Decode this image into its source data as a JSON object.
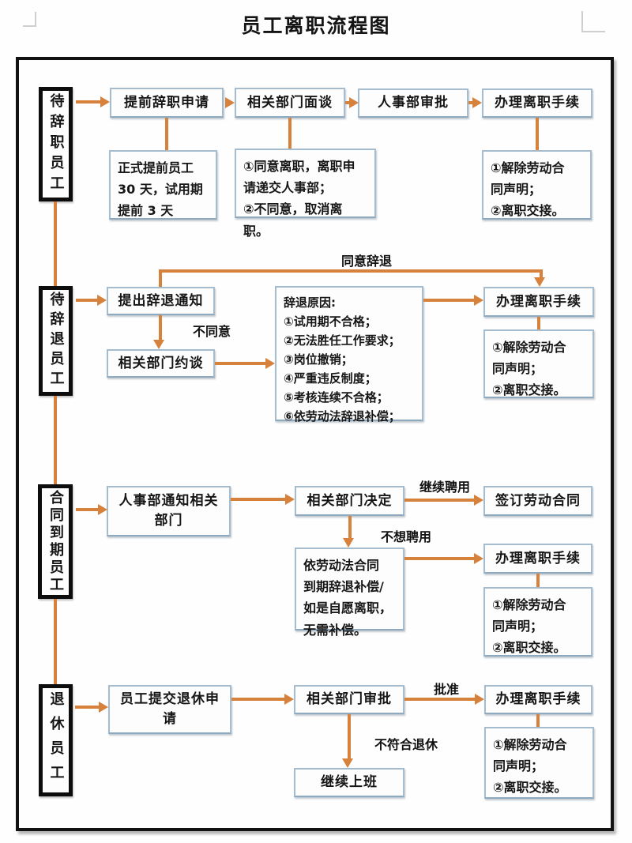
{
  "title": "员工离职流程图",
  "colors": {
    "arrow": "#d6813c",
    "step_border": "#a5bccf",
    "lane_border": "#0d0d0d",
    "frame_border": "#121212",
    "text": "#161616"
  },
  "lanes": {
    "lane1": "待辞职员工",
    "lane2": "待辞退员工",
    "lane3": "合同到期员工",
    "lane4": "退休员工"
  },
  "row1": {
    "step1": "提前辞职申请",
    "step2": "相关部门面谈",
    "step3": "人事部审批",
    "step4": "办理离职手续",
    "note_step1": "正式提前员工\n30 天，试用期\n提前 3 天",
    "note_step2": "①同意离职，离职申\n请递交人事部；\n②不同意，取消离职。",
    "note_step4": "①解除劳动合\n同声明；\n②离职交接。"
  },
  "row2": {
    "step1": "提出辞退通知",
    "step2": "相关部门约谈",
    "reasons": "辞退原因:\n①试用期不合格；\n②无法胜任工作要求；\n③岗位撤销；\n④严重违反制度；\n⑤考核连续不合格；\n⑥依劳动法辞退补偿；",
    "step4": "办理离职手续",
    "note_step4": "①解除劳动合\n同声明；\n②离职交接。",
    "label_agree": "同意辞退",
    "label_disagree": "不同意"
  },
  "row3": {
    "step1": "人事部通知相关\n部门",
    "step2": "相关部门决定",
    "step3": "签订劳动合同",
    "note_compensation": "依劳动法合同\n到期辞退补偿/\n如是自愿离职，\n无需补偿。",
    "step4": "办理离职手续",
    "note_step4": "①解除劳动合\n同声明；\n②离职交接。",
    "label_continue": "继续聘用",
    "label_no_hire": "不想聘用"
  },
  "row4": {
    "step1": "员工提交退休申\n请",
    "step2": "相关部门审批",
    "step4": "办理离职手续",
    "note_step4": "①解除劳动合\n同声明；\n②离职交接。",
    "step_continue": "继续上班",
    "label_approve": "批准",
    "label_not_qualify": "不符合退休"
  }
}
